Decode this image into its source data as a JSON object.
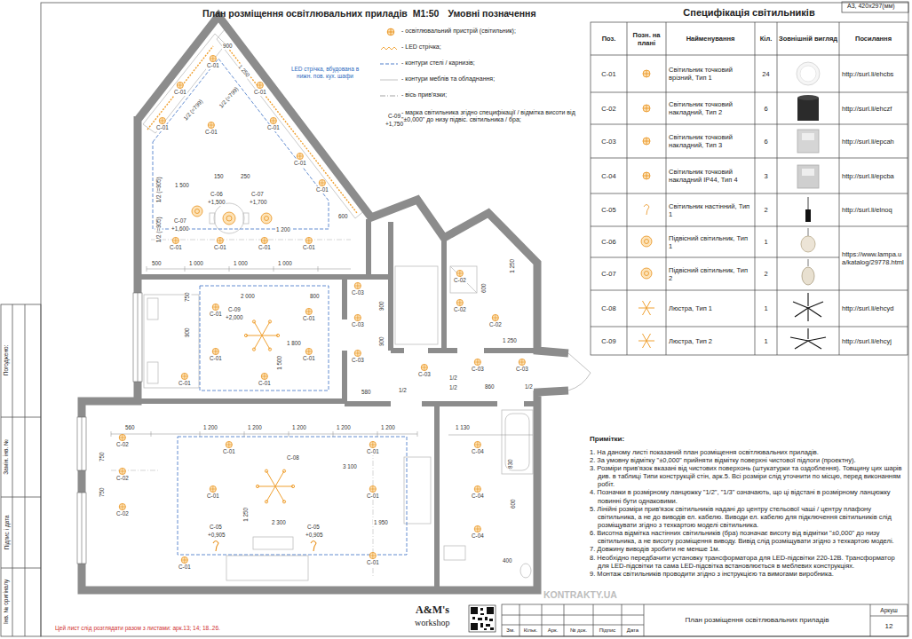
{
  "diagram": {
    "title": "План розміщення освітлювальних приладів  М1:50",
    "labels": [
      "А3, 420x297(мм)",
      "Умовні позначення",
      "LED стрічка, вбудована в нижн. пов. кух. шафи",
      "C-09",
      "+1,750",
      "Специфікація світильників",
      "Поз.",
      "Позн. на плані",
      "Найменування",
      "Кіл.",
      "Зовнішній вигляд",
      "Посилання",
      "C-01",
      "Світильник точковий врізний, Тип 1",
      "24",
      "http://surl.li/ehcbs",
      "C-02",
      "Світильник точковий накладний, Тип 2",
      "6",
      "http://surl.li/ehczf",
      "C-03",
      "Світильник точковий накладний, Тип 3",
      "6",
      "http://surl.li/epcah",
      "C-04",
      "Світильник точковий накладний IP44, Тип 4",
      "3",
      "http://surl.li/epcba",
      "C-05",
      "Світильник настінний, Тип 1",
      "2",
      "http://surl.li/elnoq",
      "C-06",
      "Підвісний світильник, Тип 1",
      "1",
      "https://www.lampa.ua/katalog/29778.html",
      "C-07",
      "Підвісний світильник, Тип 2",
      "2",
      "C-08",
      "Люстра, Тип 1",
      "1",
      "http://surl.li/ehcyd",
      "C-09",
      "Люстра, Тип 2",
      "1",
      "http://surl.li/ehcyj",
      "Примітки:",
      "1. На даному листі показаний план розміщення освітлювальних приладів.",
      "2. За умовну відмітку \"±0,000\" прийняти відмітку поверхні чистової підлоги (проектну).",
      "3. Розміри прив'язок вказані від чистових поверхонь (штукатурки та оздоблення). Товщину цих шарів див. в таблиці Типи конструкцій стін, арк.5. Всі розміри слід уточнити по місцю, перед виконанням робіт.",
      "4. Позначки в розмірному ланцюжку \"1/2\", \"1/3\" означають, що ці відстані в розмірному ланцюжку повинні бути однаковими.",
      "5. Лінійні розміри прив'язок світильників надані до центру стельової чаші / центру плафону світильника, а не до виводів ел. кабелю. Виводи ел. кабелю для підключення світильників слід розміщувати згідно з техкартою моделі світильника.",
      "6. Висотна відмітка настінних світильників (бра) позначає висоту від відмітки \"±0,000\" до низу світильника, а не висоту розміщення виводу. Вивід слід розміщувати згідно з техкартою моделі.",
      "7. Довжину виводів зробити не менше 1м.",
      "8. Необхідно передбачити установку трансформатора для LED-підсвітки 220-12В. Трансформатор для LED-підсвітки та сама LED-підсвітка встановлюється в меблевих конструкціях.",
      "9. Монтаж світильників проводити згідно з інструкцією та вимогами виробника.",
      "Зм.",
      "Кільк.",
      "Арк.",
      "№ док.",
      "Підпис",
      "Дата",
      "Аркуш",
      "12",
      "План розміщення освітлювальних приладів",
      "A&M's",
      "workshop",
      "Цей лист слід розглядати разом з листами: арк.13; 14; 18..26.",
      "KONTRAKTY.UA",
      "Погоджено:",
      "Замін. інв. №",
      "Підпис і дата",
      "Інв. № оригіналу",
      "C-01",
      "C-01",
      "C-01",
      "C-01",
      "C-01",
      "C-01",
      "C-01",
      "C-01",
      "C-01",
      "C-01",
      "C-01",
      "C-01",
      "1/2 (=799)",
      "1/2 (=799)",
      "1 250",
      "900",
      "1/2 (=905)",
      "1/2 (=905)",
      "150",
      "250",
      "1 500",
      "C-06",
      "+1,500",
      "C-07",
      "+1,700",
      "C-07",
      "+1,600",
      "1 200",
      "600",
      "500",
      "1 000",
      "1 000",
      "1 000",
      "C-09",
      "+2,000",
      "2 000",
      "800",
      "750",
      "900",
      "C-01",
      "C-01",
      "C-01",
      "C-01",
      "C-01",
      "C-01",
      "1 800",
      "1 500",
      "C-03",
      "C-03",
      "C-03",
      "C-03",
      "C-03",
      "C-03",
      "900",
      "900",
      "580",
      "860",
      "1/2",
      "1/2",
      "1/2",
      "1/2",
      "C-02",
      "C-02",
      "C-02",
      "1 250",
      "600",
      "1 250",
      "C-02",
      "C-02",
      "C-02",
      "560",
      "750",
      "750",
      "1 200",
      "1 200",
      "1 200",
      "1 200",
      "1 200",
      "C-01",
      "C-01",
      "C-01",
      "C-01",
      "C-01",
      "C-01",
      "C-08",
      "3 100",
      "1 250",
      "2 300",
      "1 950",
      "C-05",
      "+0,905",
      "C-05",
      "+0,905",
      "1 130",
      "C-04",
      "C-04",
      "C-04",
      "830",
      "600",
      "400"
    ],
    "legend": [
      {
        "text": "- освітлювальний пристрій (світильник);"
      },
      {
        "text": "- LED стрічка;"
      },
      {
        "text": "- контури стелі / карнизів;"
      },
      {
        "text": "- контури меблів та обладнання;"
      },
      {
        "text": "- вісь прив'язки;"
      },
      {
        "text": "- марка світильника згідно специфікації / відмітка висоти від \"±0,000\" до низу підвіс. світильника / бра;"
      }
    ]
  }
}
